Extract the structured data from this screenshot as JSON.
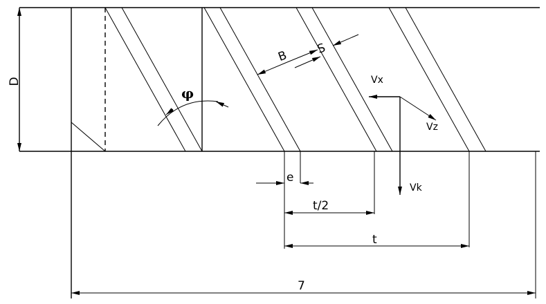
{
  "labels": {
    "diameter": "D",
    "angle": "φ",
    "width": "B",
    "gap": "S",
    "velocity_x": "Vx",
    "velocity_z": "Vz",
    "velocity_k": "Vk",
    "offset": "e",
    "half_pitch": "t/2",
    "pitch": "t",
    "total_length": "7"
  },
  "colors": {
    "line": "#000000",
    "background": "#ffffff"
  }
}
